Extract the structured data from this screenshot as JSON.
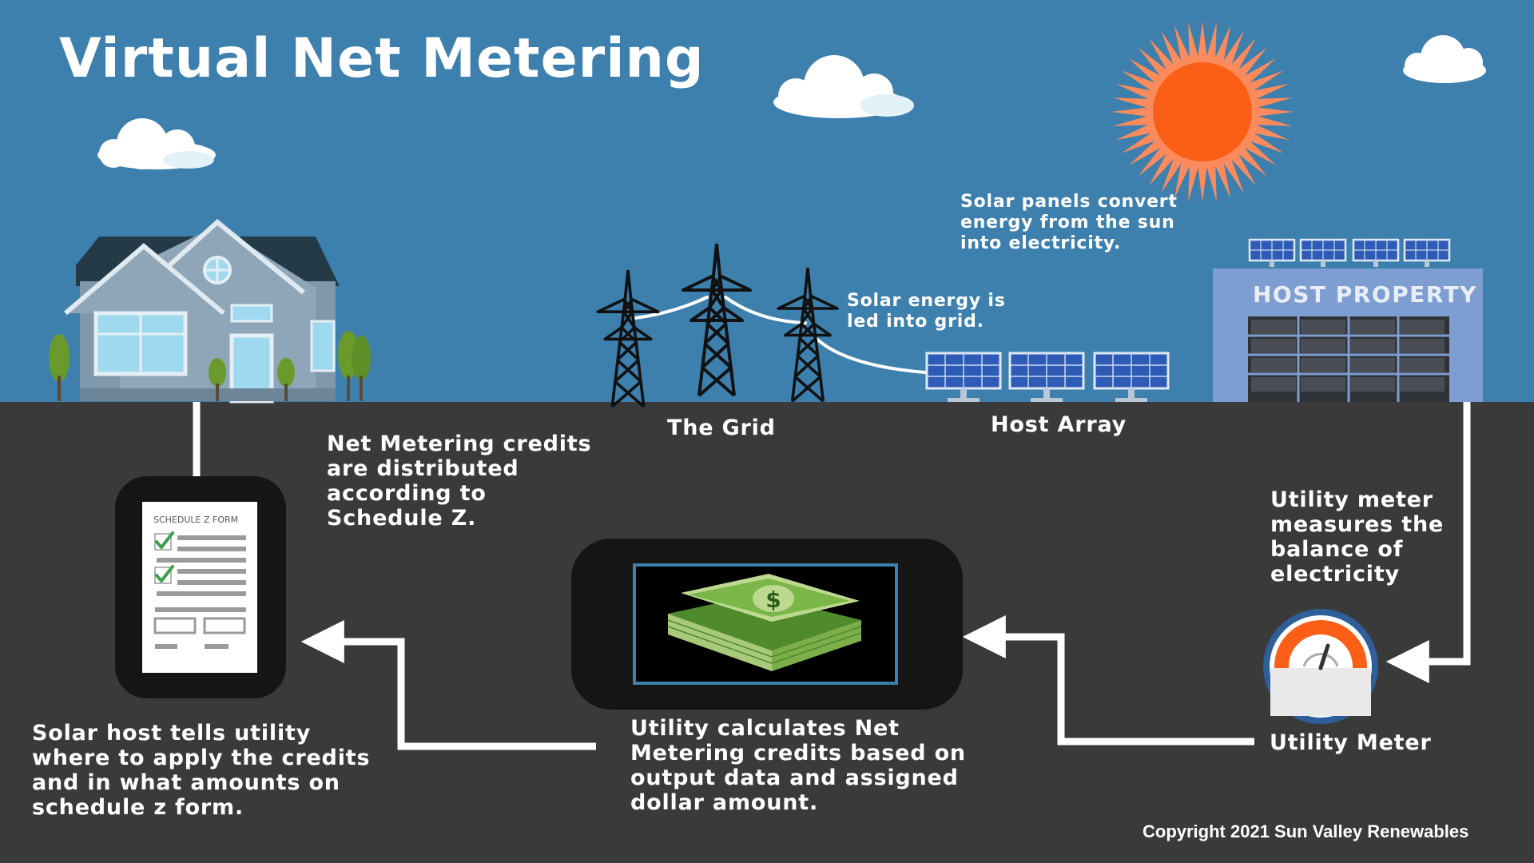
{
  "title": "Virtual Net Metering",
  "labels": {
    "the_grid": "The Grid",
    "host_array": "Host Array",
    "host_property": "HOST PROPERTY",
    "utility_meter": "Utility Meter",
    "schedule_form": "SCHEDULE Z FORM"
  },
  "captions": {
    "solar_panels": "Solar panels convert\nenergy from the sun\ninto electricity.",
    "solar_energy_grid": "Solar energy is\nled into grid.",
    "credits_distributed": "Net Metering credits\nare distributed\naccording to\nSchedule Z.",
    "meter_measures": "Utility meter\nmeasures the\nbalance of\nelectricity",
    "utility_calculates": "Utility calculates Net\nMetering credits based on\noutput data and assigned\ndollar amount.",
    "host_tells": "Solar host tells utility\nwhere to apply the credits\nand in what amounts on\nschedule z form."
  },
  "money_symbol": "$",
  "copyright": "Copyright 2021 Sun Valley Renewables",
  "colors": {
    "sky": "#3d80ad",
    "ground": "#3a3a3b",
    "sun": "#fb5f17",
    "sun_rays": "#fb8a5c",
    "house": "#7f98ab",
    "building": "#7e9ed1",
    "panel": "#2e5bb5",
    "money": "#7ab648",
    "flow": "#ffffff"
  }
}
